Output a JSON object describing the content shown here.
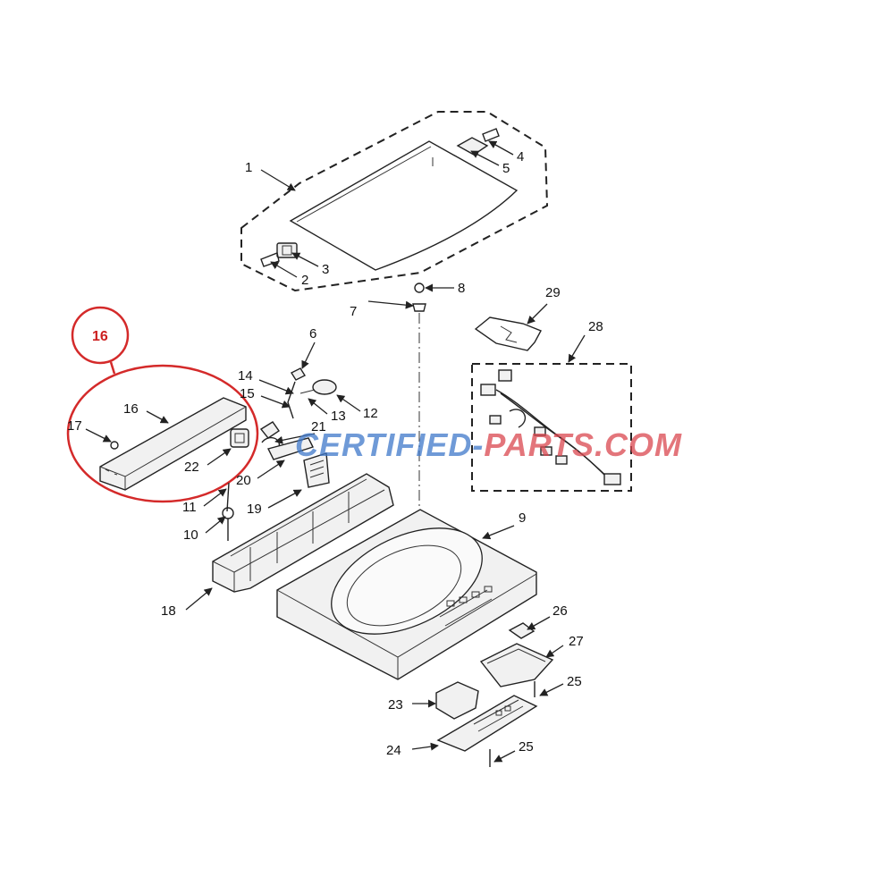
{
  "watermark": {
    "part1": "CERTIFIED",
    "sep": "-",
    "part2": "PARTS",
    "part3": ".COM",
    "color_blue": "#3f78c9",
    "color_red": "#d9474f"
  },
  "highlight": {
    "label": "16",
    "color": "#d42a2a"
  },
  "callouts": [
    "1",
    "2",
    "3",
    "4",
    "5",
    "6",
    "7",
    "8",
    "9",
    "10",
    "11",
    "12",
    "13",
    "14",
    "15",
    "16",
    "17",
    "18",
    "19",
    "20",
    "21",
    "22",
    "23",
    "24",
    "25",
    "25",
    "26",
    "27",
    "28",
    "29"
  ]
}
